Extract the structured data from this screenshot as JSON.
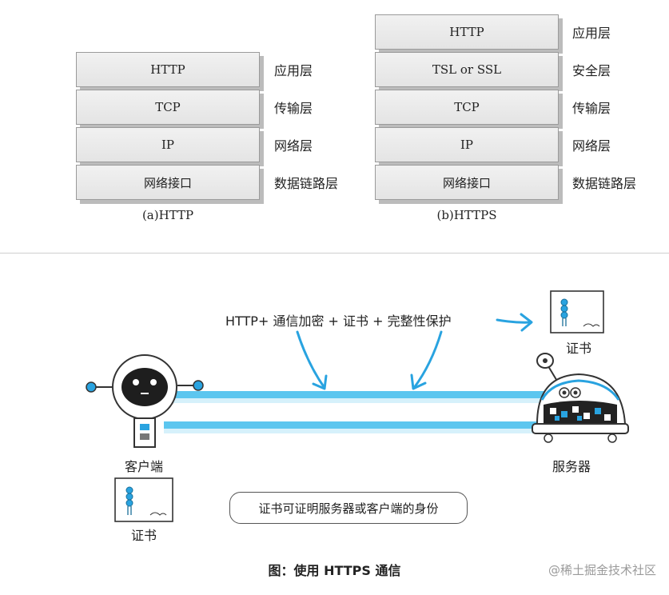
{
  "diagram_a": {
    "layers": [
      {
        "box": "HTTP",
        "name": "应用层"
      },
      {
        "box": "TCP",
        "name": "传输层"
      },
      {
        "box": "IP",
        "name": "网络层"
      },
      {
        "box": "网络接口",
        "name": "数据链路层"
      }
    ],
    "caption": "(a)HTTP"
  },
  "diagram_b": {
    "layers": [
      {
        "box": "HTTP",
        "name": "应用层"
      },
      {
        "box": "TSL or SSL",
        "name": "安全层"
      },
      {
        "box": "TCP",
        "name": "传输层"
      },
      {
        "box": "IP",
        "name": "网络层"
      },
      {
        "box": "网络接口",
        "name": "数据链路层"
      }
    ],
    "caption": "(b)HTTPS"
  },
  "illustration": {
    "channel_label": "HTTP+ 通信加密 + 证书 + 完整性保护",
    "certificate_label_top": "证书",
    "client_label": "客户端",
    "server_label": "服务器",
    "certificate_label_bottom": "证书",
    "note": "证书可证明服务器或客户端的身份",
    "accent_color": "#29a3e0",
    "line_color": "#5cc6ef"
  },
  "figure_title": "图：使用 HTTPS 通信",
  "watermark": "@稀土掘金技术社区"
}
